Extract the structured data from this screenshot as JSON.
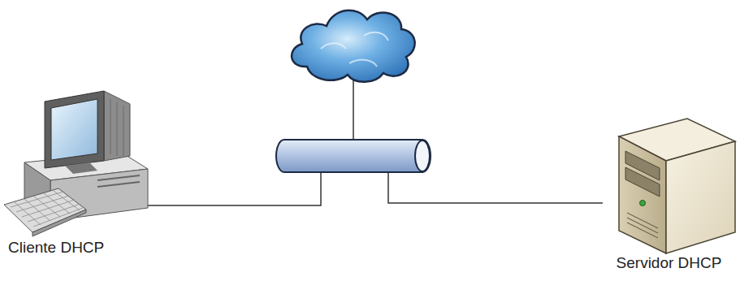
{
  "diagram": {
    "nodes": [
      {
        "text": [
          "Cliente DHCP"
        ]
      },
      {
        "text": [
          "Servidor DHCP"
        ]
      }
    ],
    "edges": [
      {
        "from": 0,
        "to": 1,
        "arrow": "none"
      }
    ]
  }
}
